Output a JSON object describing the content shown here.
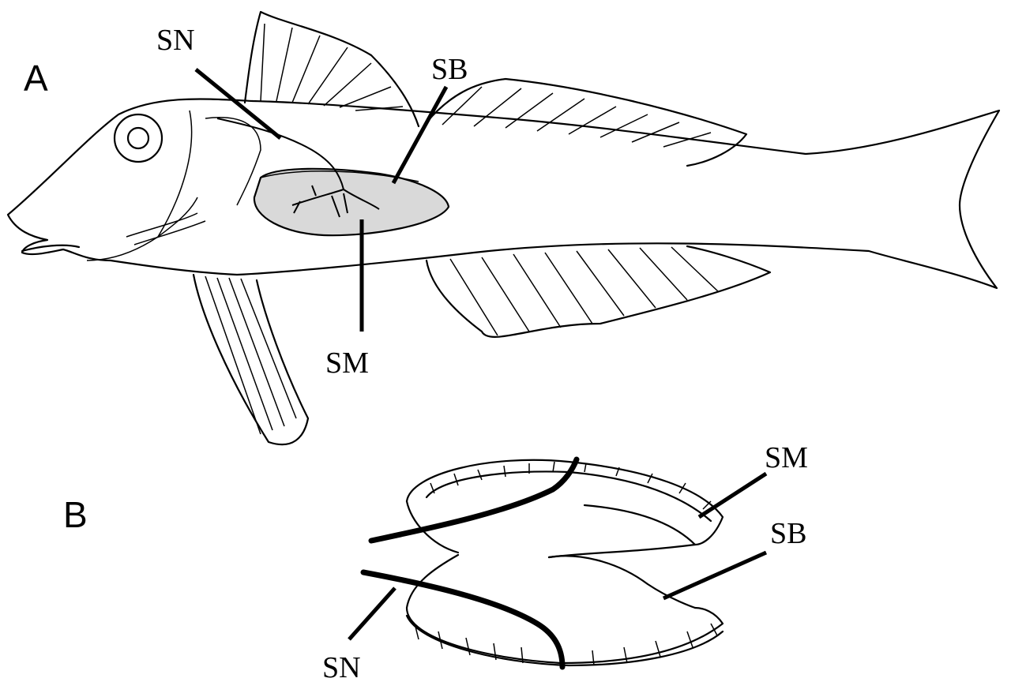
{
  "panels": {
    "a": {
      "letter": "A",
      "labels": {
        "sn": "SN",
        "sb": "SB",
        "sm": "SM"
      }
    },
    "b": {
      "letter": "B",
      "labels": {
        "sm": "SM",
        "sb": "SB",
        "sn": "SN"
      }
    }
  },
  "colors": {
    "swimbladder_fill": "#d9d9d9",
    "line": "#000000"
  }
}
